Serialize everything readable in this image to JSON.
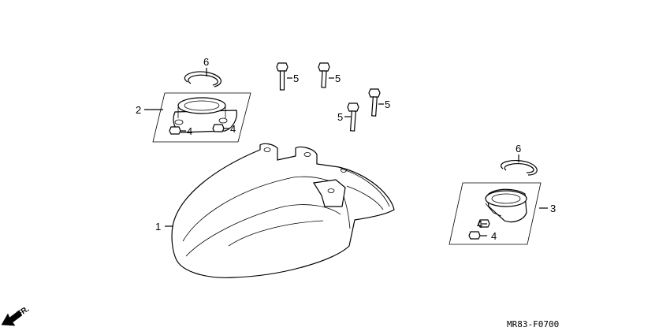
{
  "diagram": {
    "callouts": {
      "fender": "1",
      "left_holder": "2",
      "right_holder": "3",
      "nut": "4",
      "bolt": "5",
      "ring": "6"
    },
    "direction_label": "FR.",
    "diagram_code": "MR83-F0700"
  }
}
